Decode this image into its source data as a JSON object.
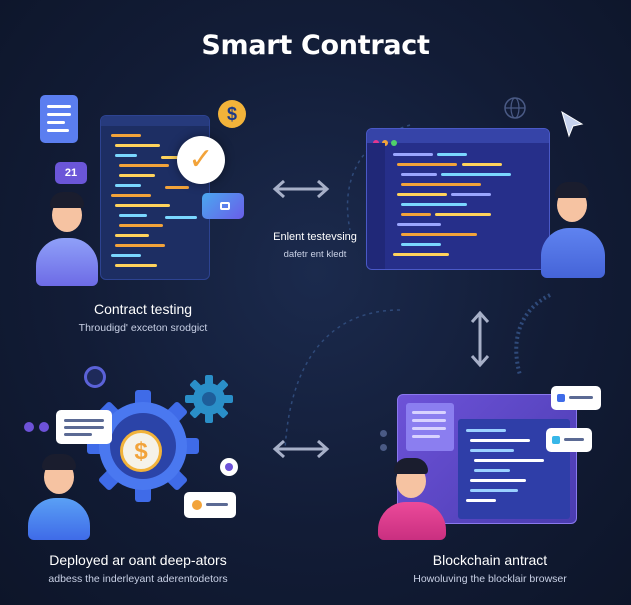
{
  "title": "Smart Contract",
  "steps": [
    {
      "title": "Contract testing",
      "subtitle": "Throudigd' exceton srodgict"
    },
    {
      "title": "Enlent testevsing",
      "subtitle": "dafetr ent kledt"
    },
    {
      "title": "Deployed ar oant deep-ators",
      "subtitle": "adbess the inderleyant aderentodetors"
    },
    {
      "title": "Blockchain antract",
      "subtitle": "Howoluving the blocklair browser"
    }
  ],
  "icons": {
    "bubble_digits": "21",
    "coin_symbol": "$",
    "check_symbol": "✓"
  },
  "colors": {
    "background": "#121c36",
    "accent_orange": "#f2a33a",
    "accent_blue": "#3f6be8",
    "accent_purple": "#6d52d8",
    "accent_pink": "#e2368f",
    "accent_cyan": "#38b7e8"
  }
}
